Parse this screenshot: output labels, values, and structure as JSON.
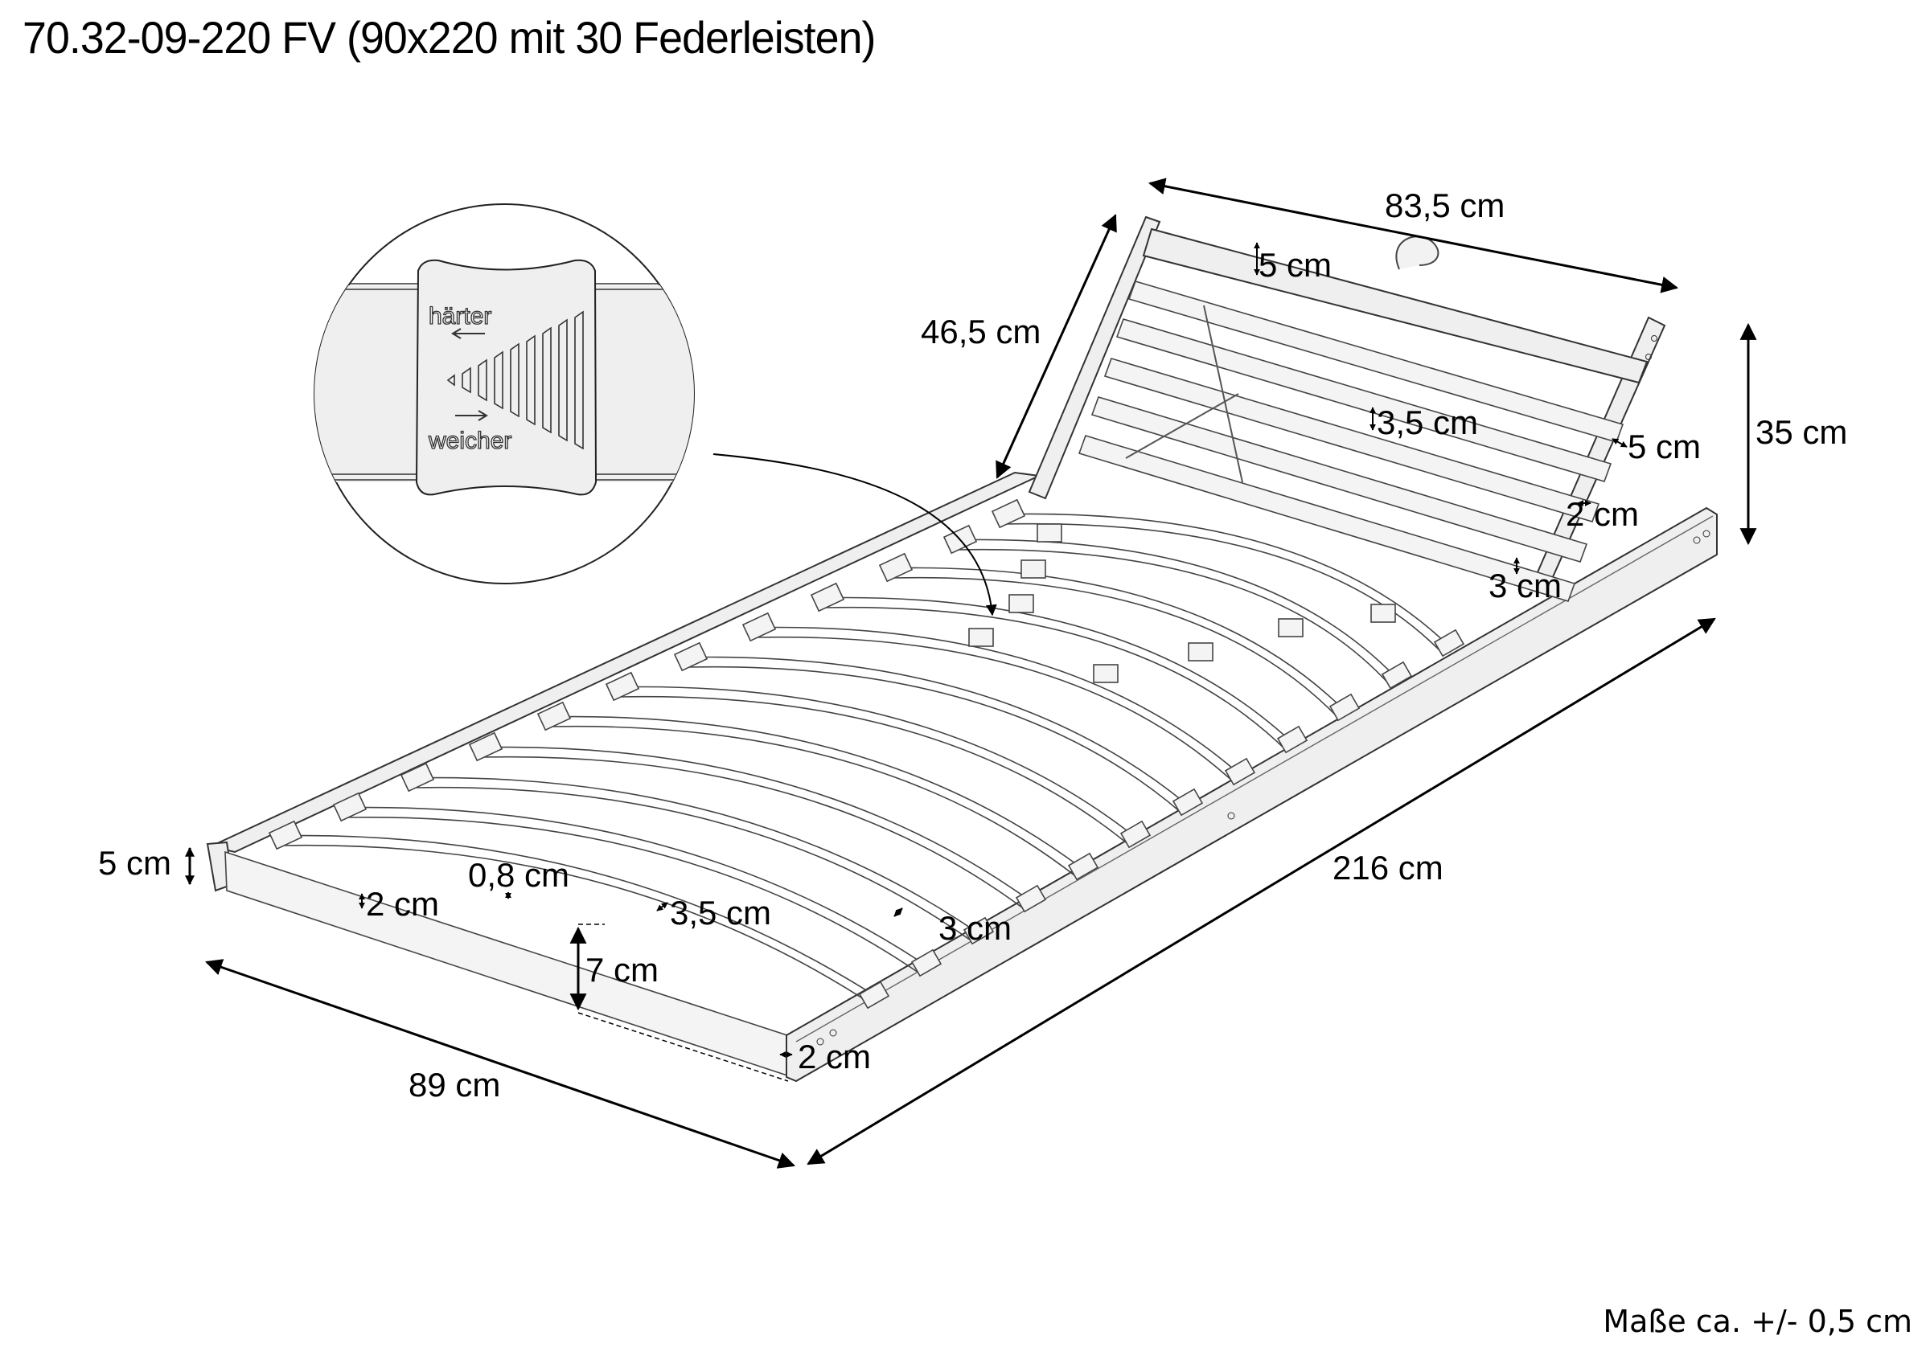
{
  "header": {
    "title": "70.32-09-220 FV (90x220 mit 30 Federleisten)"
  },
  "inset": {
    "label_harder": "härter",
    "label_softer": "weicher",
    "icon": "firmness-slider-icon"
  },
  "dimensions": {
    "headrest_width": "83,5 cm",
    "headrest_length": "46,5 cm",
    "headrest_top_slat_width": "5 cm",
    "headrest_slat_width": "3,5 cm",
    "headrest_post_width": "5 cm",
    "headrest_rail_thickness": "2 cm",
    "headrest_slat_gap": "3 cm",
    "headrest_height": "35 cm",
    "frame_end_height": "5 cm",
    "slat_thickness": "0,8 cm",
    "rail_thickness": "2 cm",
    "slat_width": "3,5 cm",
    "slat_spacing": "3 cm",
    "frame_height": "7 cm",
    "end_rail_thickness": "2 cm",
    "total_length": "216 cm",
    "total_width": "89 cm"
  },
  "product": {
    "size": "90x220",
    "slat_count": 30
  },
  "footer": {
    "tolerance_note": "Maße ca. +/- 0,5 cm"
  }
}
